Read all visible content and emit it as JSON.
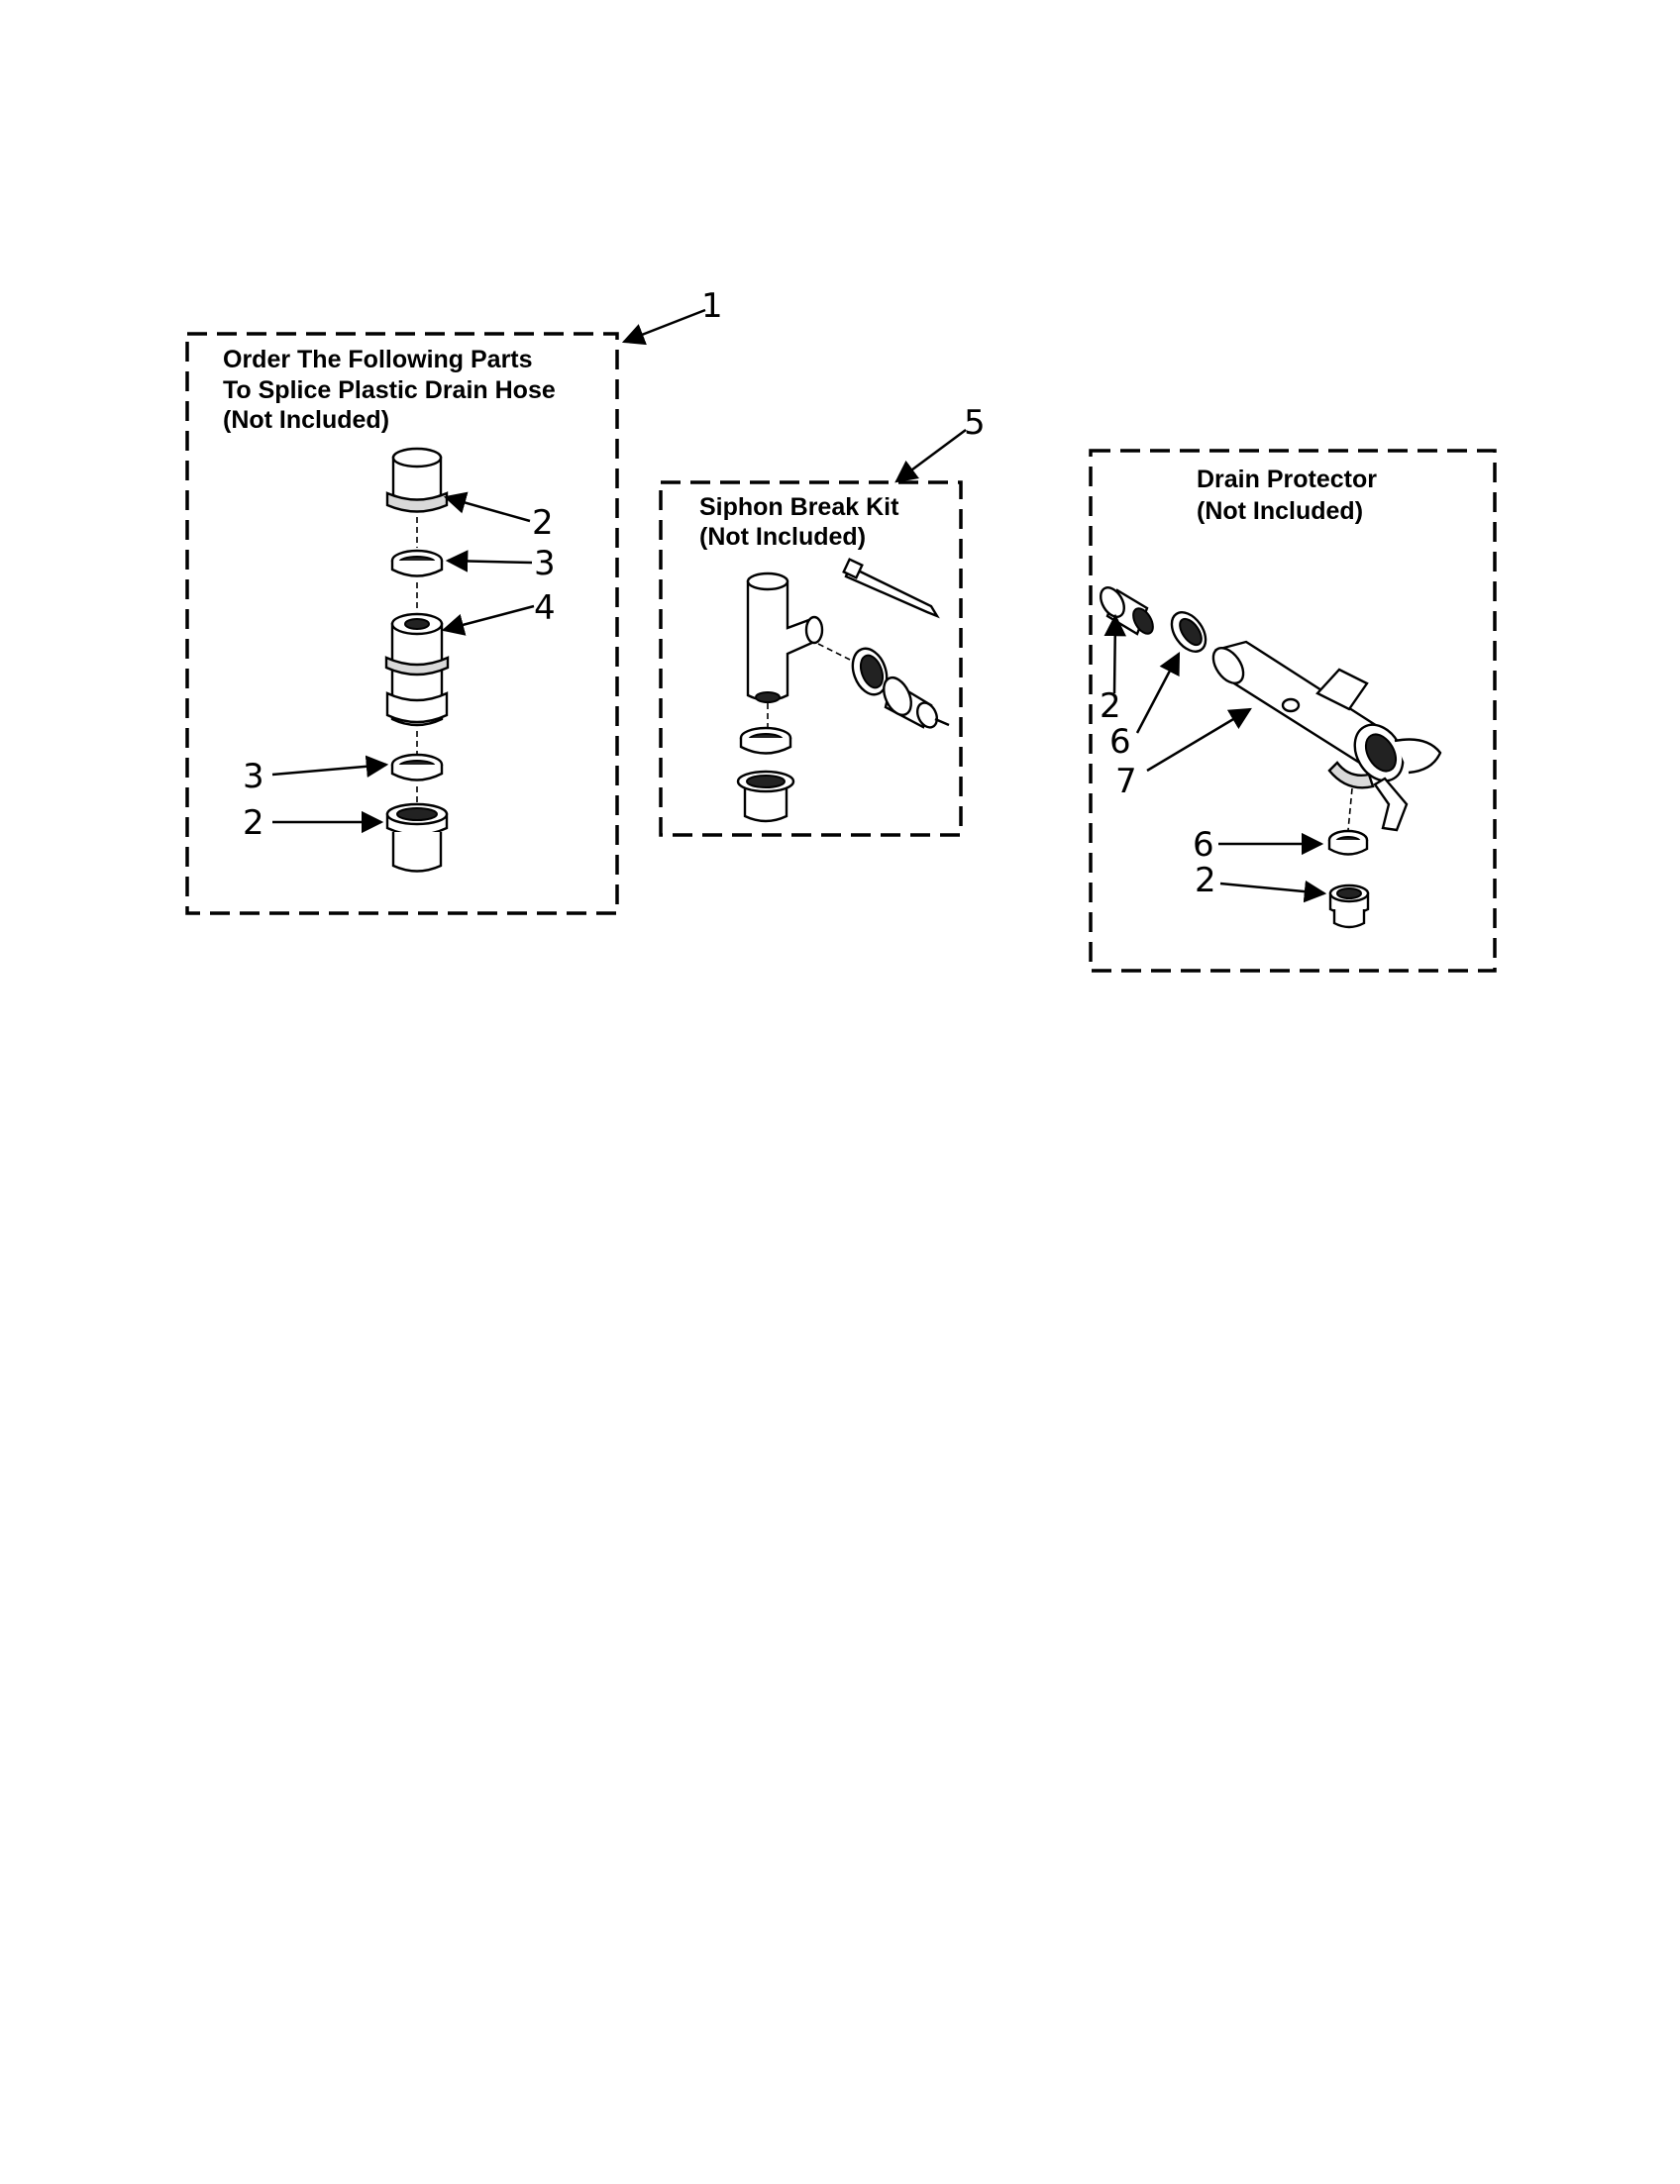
{
  "groups": {
    "splice": {
      "title_lines": [
        "Order The Following Parts",
        "To Splice Plastic Drain Hose",
        "(Not Included)"
      ],
      "callout": "1"
    },
    "siphon": {
      "title_lines": [
        "Siphon Break Kit",
        "(Not Included)"
      ],
      "callout": "5"
    },
    "protector": {
      "title_lines": [
        "Drain Protector",
        "(Not Included)"
      ]
    }
  },
  "callouts": {
    "splice_top_2": "2",
    "splice_top_3": "3",
    "splice_4": "4",
    "splice_bottom_3": "3",
    "splice_bottom_2": "2",
    "protector_left_2": "2",
    "protector_left_6": "6",
    "protector_7": "7",
    "protector_bottom_6": "6",
    "protector_bottom_2": "2"
  }
}
